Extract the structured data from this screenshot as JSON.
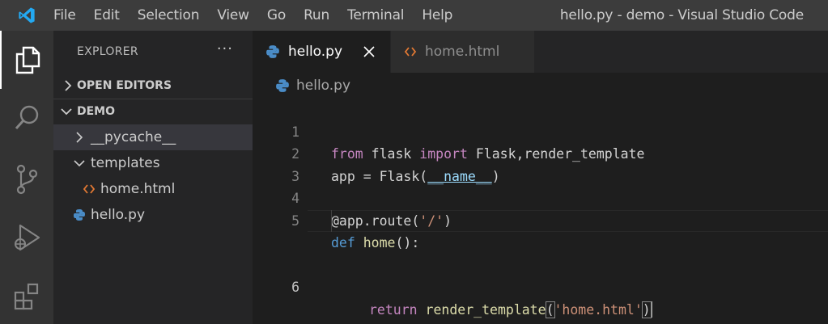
{
  "window": {
    "title": "hello.py - demo - Visual Studio Code"
  },
  "menu": [
    "File",
    "Edit",
    "Selection",
    "View",
    "Go",
    "Run",
    "Terminal",
    "Help"
  ],
  "activity_bar": [
    "explorer-icon",
    "search-icon",
    "source-control-icon",
    "run-debug-icon",
    "extensions-icon"
  ],
  "sidebar": {
    "title": "EXPLORER",
    "more": "···",
    "open_editors": "OPEN EDITORS",
    "folder": "DEMO",
    "tree": [
      {
        "label": "__pycache__",
        "type": "folder",
        "expanded": false
      },
      {
        "label": "templates",
        "type": "folder",
        "expanded": true
      },
      {
        "label": "home.html",
        "type": "html"
      },
      {
        "label": "hello.py",
        "type": "python"
      }
    ]
  },
  "tabs": [
    {
      "label": "hello.py",
      "active": true,
      "icon": "python-icon"
    },
    {
      "label": "home.html",
      "active": false,
      "icon": "html-icon"
    }
  ],
  "breadcrumb": "hello.py",
  "code": {
    "line_numbers": [
      "1",
      "2",
      "3",
      "4",
      "5",
      "6"
    ],
    "l1": {
      "from": "from",
      "mod": " flask ",
      "import": "import",
      "names": " Flask,render_template"
    },
    "l2": {
      "app": "app = Flask(",
      "name": "__name__",
      "close": ")"
    },
    "l4": {
      "deco": "@app.route(",
      "str": "'/'",
      "close": ")"
    },
    "l5": {
      "def": "def",
      "fn": " home",
      "rest": "():"
    },
    "l6": {
      "ret": "return",
      "fn": " render_template",
      "open": "(",
      "str": "'home.html'",
      "close": ")"
    }
  },
  "colors": {
    "accent": "#007acc",
    "keyword_control": "#c586c0",
    "keyword": "#569cd6",
    "function": "#dcdcaa",
    "string": "#ce9178",
    "variable": "#9cdcfe"
  }
}
